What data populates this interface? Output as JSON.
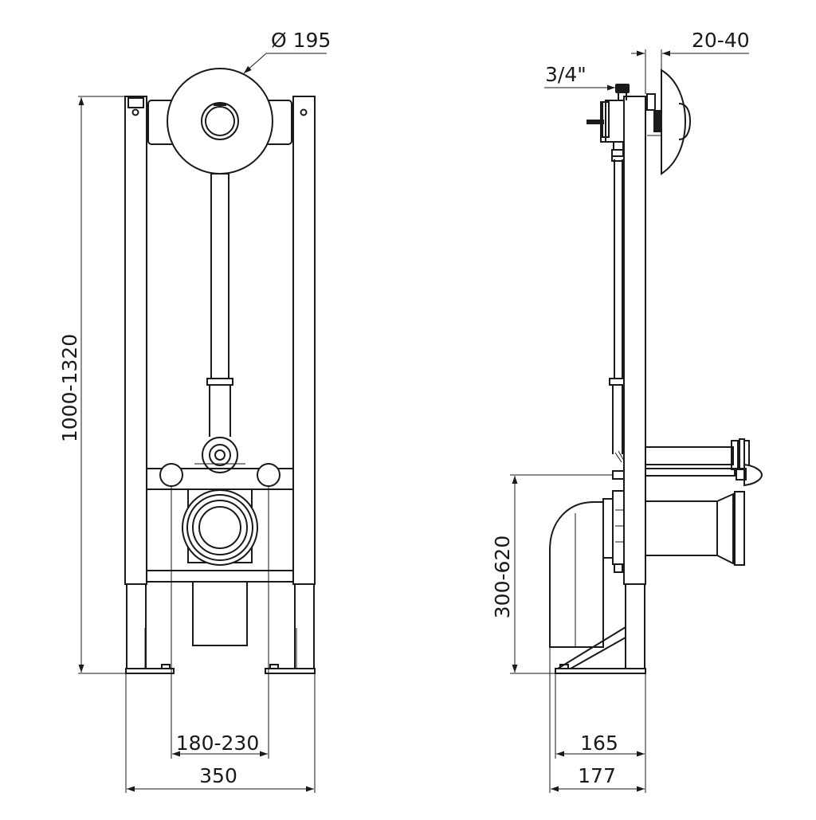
{
  "dimensions": {
    "diameter": "Ø 195",
    "height": "1000-1320",
    "bolt_spacing": "180-230",
    "width": "350",
    "wall_gap": "20-40",
    "thread": "3/4\"",
    "outlet_height": "300-620",
    "depth_165": "165",
    "depth_177": "177"
  }
}
